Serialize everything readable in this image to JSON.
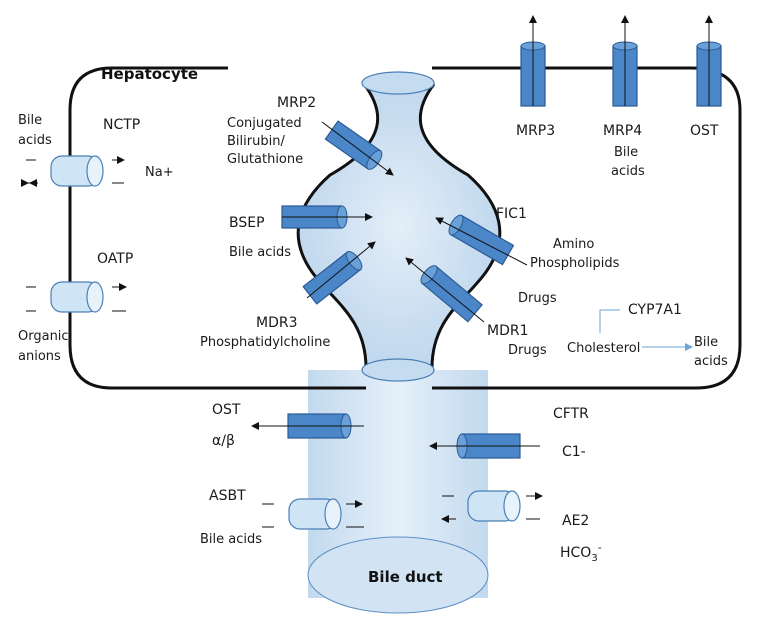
{
  "labels": {
    "hepatocyte": "Hepatocyte",
    "bile_duct": "Bile duct",
    "nctp": "NCTP",
    "bile_acids_left_1": "Bile",
    "bile_acids_left_2": "acids",
    "na": "Na+",
    "oatp": "OATP",
    "organic_anions_1": "Organic",
    "organic_anions_2": "anions",
    "mrp2": "MRP2",
    "mrp2_sub_1": "Conjugated",
    "mrp2_sub_2": "Bilirubin/",
    "mrp2_sub_3": "Glutathione",
    "bsep": "BSEP",
    "bsep_sub": "Bile acids",
    "mdr3": "MDR3",
    "mdr3_sub": "Phosphatidylcholine",
    "fic1": "FIC1",
    "fic1_sub_1": "Amino",
    "fic1_sub_2": "Phospholipids",
    "mdr1_drugs_top": "Drugs",
    "mdr1": "MDR1",
    "mdr1_sub": "Drugs",
    "mrp3": "MRP3",
    "mrp4": "MRP4",
    "mrp4_sub_1": "Bile",
    "mrp4_sub_2": "acids",
    "ost_top": "OST",
    "cyp7a1": "CYP7A1",
    "cholesterol": "Cholesterol",
    "bile_acids_right_1": "Bile",
    "bile_acids_right_2": "acids",
    "ost_duct": "OST",
    "alpha_beta": "α/β",
    "asbt": "ASBT",
    "asbt_sub": "Bile acids",
    "cftr": "CFTR",
    "cl": "C1-",
    "ae2": "AE2",
    "hco3": "HCO",
    "hco3_sub": "3",
    "hco3_sup": "-"
  },
  "colors": {
    "transporter_fill": "#4a86c8",
    "transporter_stroke": "#2a5a94",
    "exchanger_fill": "#cfe4f4",
    "lumen_fill": "#cfe2f3",
    "outline": "#111111",
    "cyp_arrow": "#6aa6d8"
  }
}
